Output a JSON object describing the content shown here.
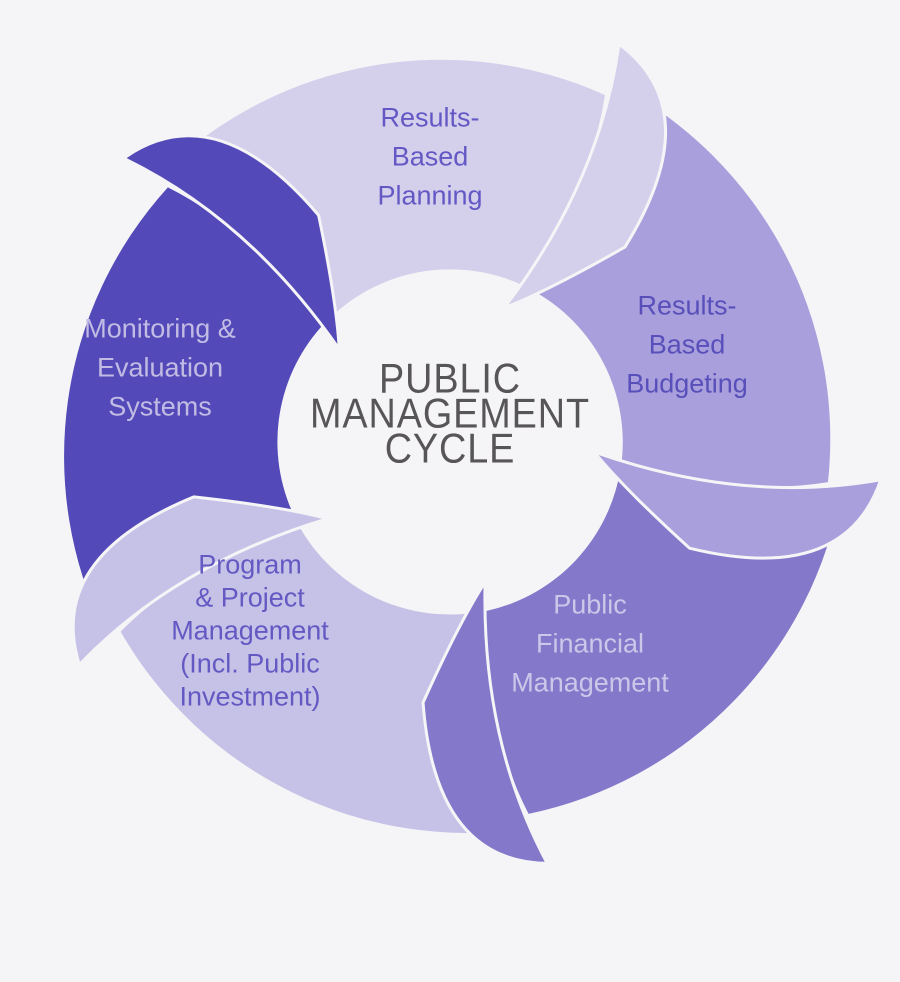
{
  "background_color": "#f5f4f6",
  "separator_color": "#f5f4f6",
  "center": {
    "title_lines": [
      "PUBLIC",
      "MANAGEMENT",
      "CYCLE"
    ],
    "title_color": "#585559"
  },
  "segments": [
    {
      "name": "results-based-planning",
      "label_lines": [
        "Results-",
        "Based",
        "Planning"
      ],
      "fill": "#d4d0ec",
      "label_color": "#6458c5"
    },
    {
      "name": "results-based-budgeting",
      "label_lines": [
        "Results-",
        "Based",
        "Budgeting"
      ],
      "fill": "#a89fdc",
      "label_color": "#584fba"
    },
    {
      "name": "public-financial-management",
      "label_lines": [
        "Public",
        "Financial",
        "Management"
      ],
      "fill": "#8478cb",
      "label_color": "#cbc7e9"
    },
    {
      "name": "program-project-management",
      "label_lines": [
        "Program",
        "& Project",
        "Management",
        "(Incl. Public",
        "Investment)"
      ],
      "fill": "#c6c1e7",
      "label_color": "#6459c3"
    },
    {
      "name": "monitoring-evaluation-systems",
      "label_lines": [
        "Monitoring &",
        "Evaluation",
        "Systems"
      ],
      "fill": "#5349b9",
      "label_color": "#c2bce4"
    }
  ]
}
